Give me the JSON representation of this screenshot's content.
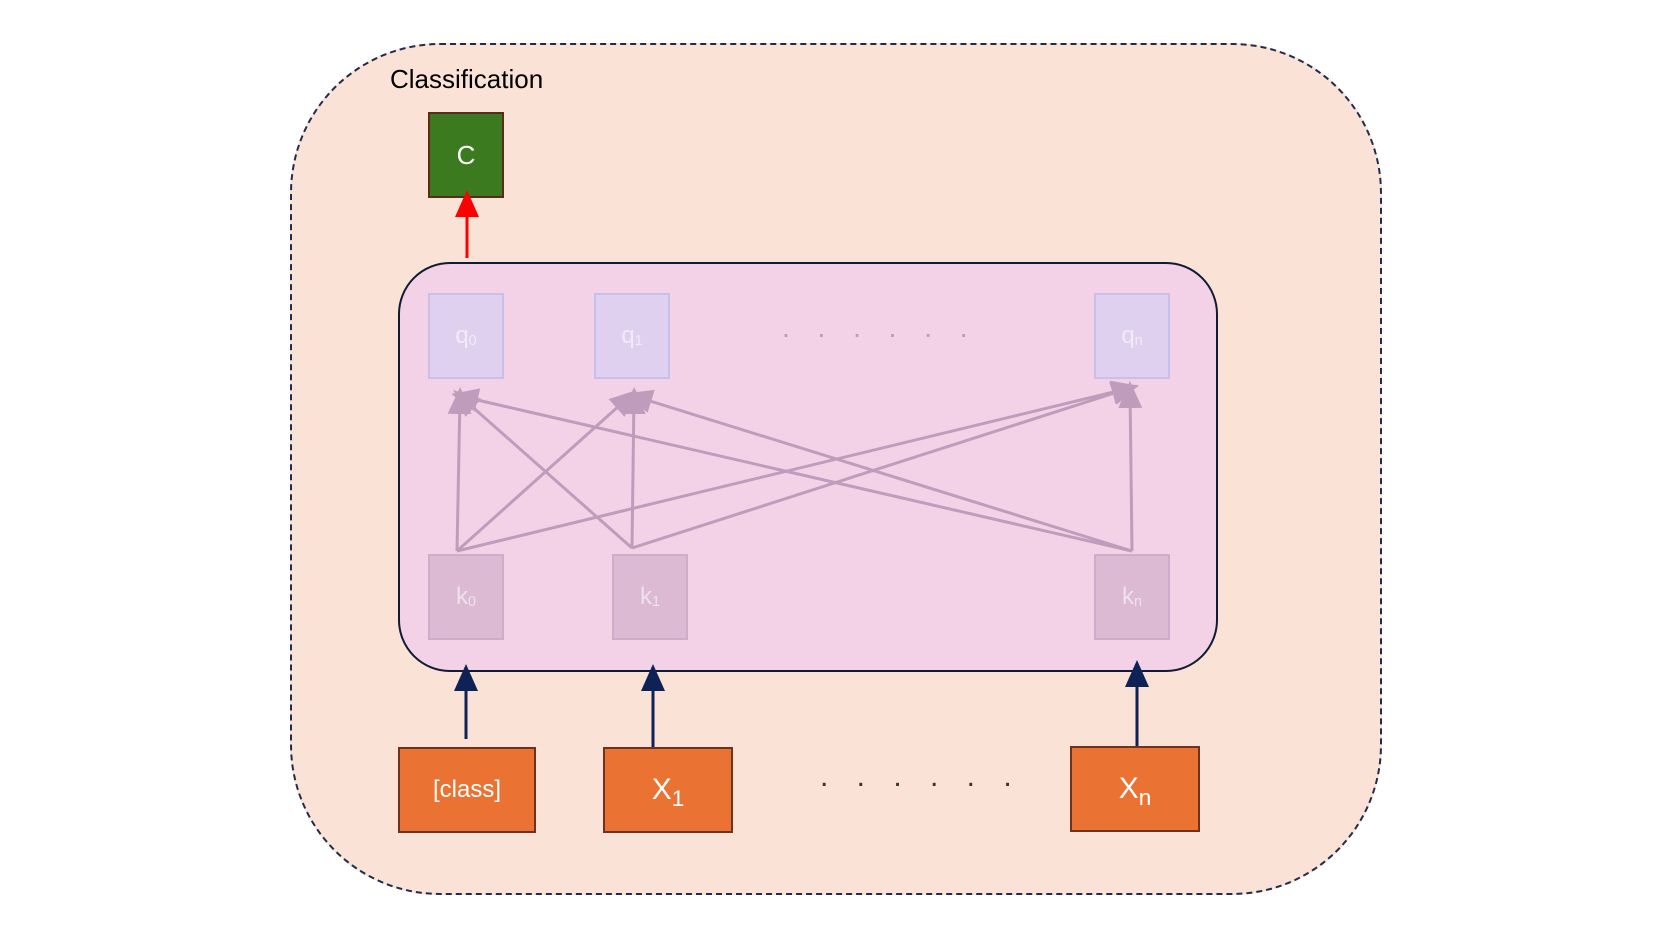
{
  "title": "Classification",
  "output": {
    "label": "C"
  },
  "queries": [
    {
      "base": "q",
      "sub": "0"
    },
    {
      "base": "q",
      "sub": "1"
    },
    {
      "base": "q",
      "sub": "n"
    }
  ],
  "keys": [
    {
      "base": "k",
      "sub": "0"
    },
    {
      "base": "k",
      "sub": "1"
    },
    {
      "base": "k",
      "sub": "n"
    }
  ],
  "inputs": [
    {
      "base": "[class]",
      "sub": ""
    },
    {
      "base": "X",
      "sub": "1"
    },
    {
      "base": "X",
      "sub": "n"
    }
  ],
  "ellipsis": ". . . . . .",
  "colors": {
    "output_arrow": "#ff0000",
    "input_arrow": "#0f2255",
    "attention_lines": "#c09cbc"
  }
}
